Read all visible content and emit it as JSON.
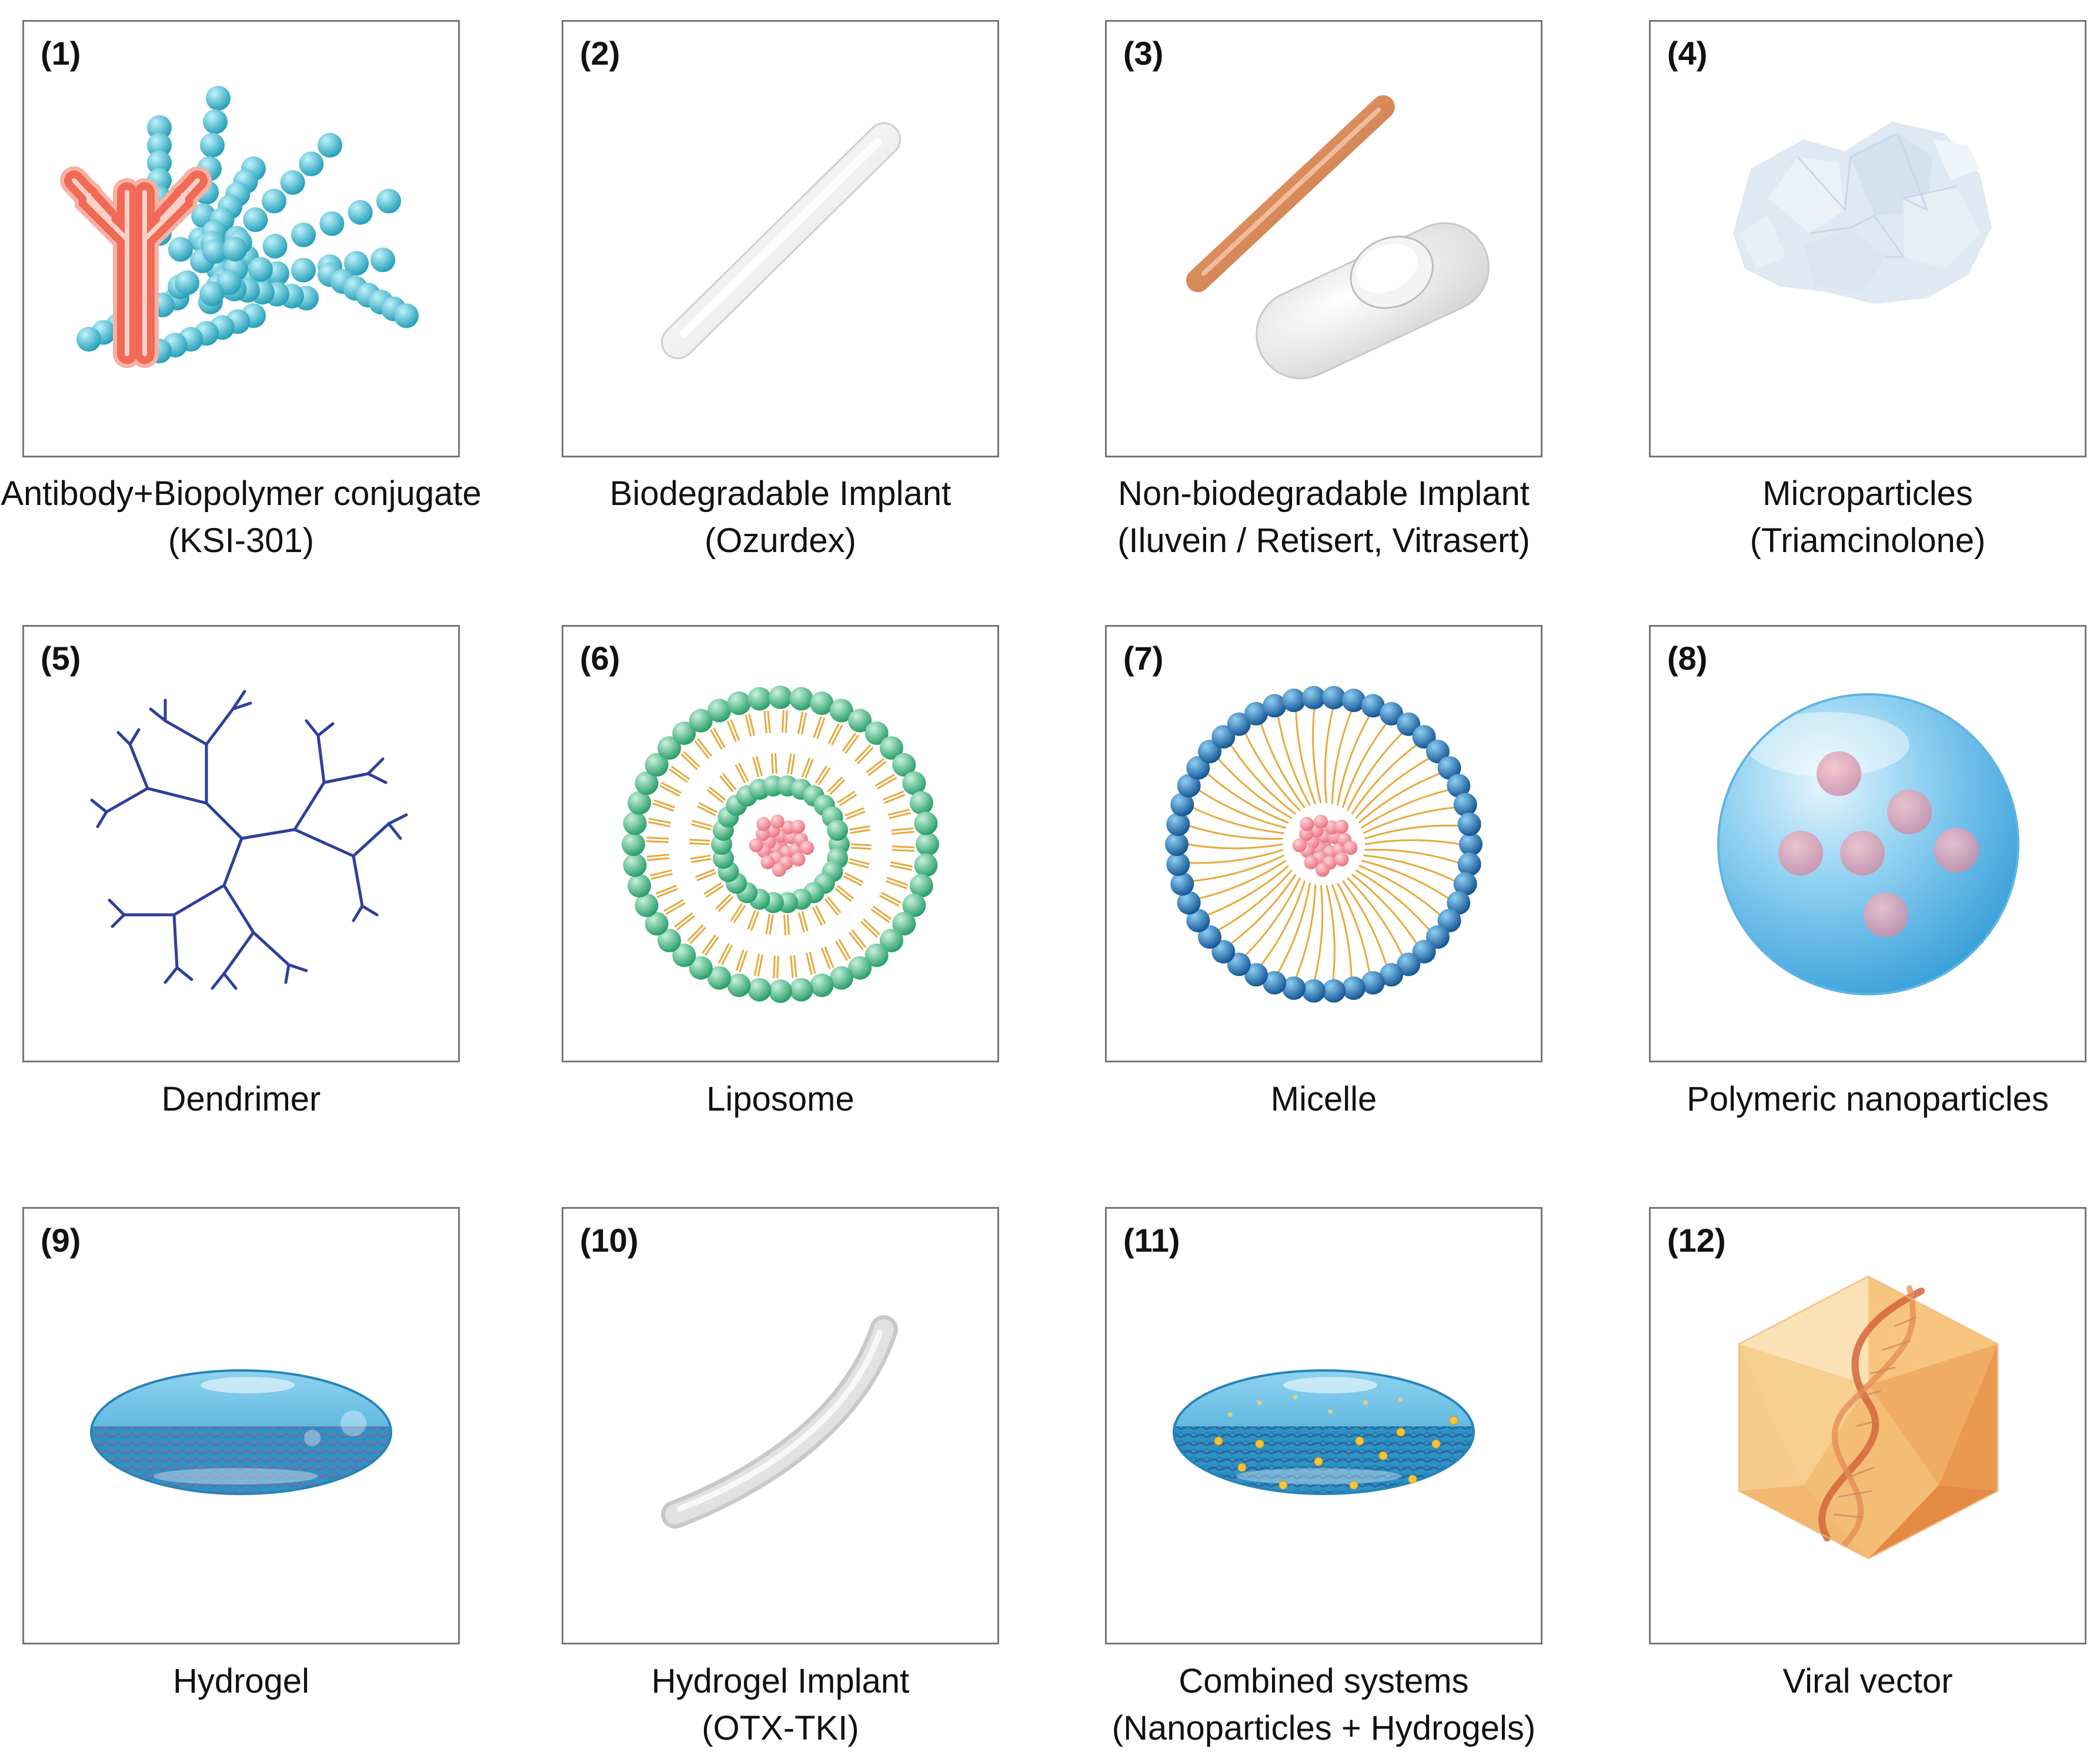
{
  "panels": [
    {
      "number": "(1)",
      "label": "Antibody+Biopolymer conjugate",
      "sublabel": "(KSI-301)",
      "icon": "antibody-biopolymer-conjugate-icon"
    },
    {
      "number": "(2)",
      "label": "Biodegradable Implant",
      "sublabel": "(Ozurdex)",
      "icon": "biodegradable-implant-rod-icon"
    },
    {
      "number": "(3)",
      "label": "Non-biodegradable Implant",
      "sublabel": "(Iluvein / Retisert, Vitrasert)",
      "icon": "non-biodegradable-implant-icon"
    },
    {
      "number": "(4)",
      "label": "Microparticles",
      "sublabel": "(Triamcinolone)",
      "icon": "microparticles-crystal-icon"
    },
    {
      "number": "(5)",
      "label": "Dendrimer",
      "sublabel": "",
      "icon": "dendrimer-tree-icon"
    },
    {
      "number": "(6)",
      "label": "Liposome",
      "sublabel": "",
      "icon": "liposome-bilayer-icon"
    },
    {
      "number": "(7)",
      "label": "Micelle",
      "sublabel": "",
      "icon": "micelle-icon"
    },
    {
      "number": "(8)",
      "label": "Polymeric nanoparticles",
      "sublabel": "",
      "icon": "polymeric-nanoparticle-sphere-icon"
    },
    {
      "number": "(9)",
      "label": "Hydrogel",
      "sublabel": "",
      "icon": "hydrogel-droplet-icon"
    },
    {
      "number": "(10)",
      "label": "Hydrogel Implant",
      "sublabel": "(OTX-TKI)",
      "icon": "hydrogel-implant-fiber-icon"
    },
    {
      "number": "(11)",
      "label": "Combined systems",
      "sublabel": "(Nanoparticles + Hydrogels)",
      "icon": "combined-hydrogel-nanoparticle-icon"
    },
    {
      "number": "(12)",
      "label": "Viral vector",
      "sublabel": "",
      "icon": "viral-vector-capsid-dna-icon"
    }
  ],
  "colors": {
    "panel_border": "#777777",
    "bead_teal": "#2fb3c9",
    "antibody_red": "#f06a55",
    "implant_orange": "#d98a5a",
    "dendrimer_blue": "#2f3f9c",
    "liposome_green": "#2fb07a",
    "lipid_tail_gold": "#e8a93a",
    "core_pink": "#f08a94",
    "micelle_blue": "#1f6fb0",
    "nanoparticle_blue": "#7cc8ee",
    "hydrogel_blue": "#3aa7d6",
    "virus_orange": "#f0a850"
  }
}
